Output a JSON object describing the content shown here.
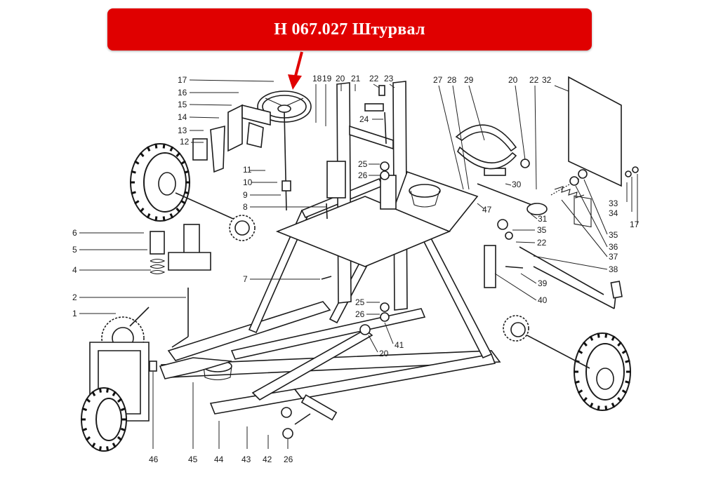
{
  "banner": {
    "title": "Н 067.027 Штурвал",
    "background": "#e00000",
    "text_color": "#ffffff"
  },
  "arrow": {
    "color": "#e00000"
  },
  "callouts": [
    {
      "id": "c17a",
      "label": "17"
    },
    {
      "id": "c16",
      "label": "16"
    },
    {
      "id": "c15",
      "label": "15"
    },
    {
      "id": "c14",
      "label": "14"
    },
    {
      "id": "c13",
      "label": "13"
    },
    {
      "id": "c12",
      "label": "12"
    },
    {
      "id": "c11",
      "label": "11"
    },
    {
      "id": "c10",
      "label": "10"
    },
    {
      "id": "c9",
      "label": "9"
    },
    {
      "id": "c8",
      "label": "8"
    },
    {
      "id": "c6",
      "label": "6"
    },
    {
      "id": "c5",
      "label": "5"
    },
    {
      "id": "c4",
      "label": "4"
    },
    {
      "id": "c7",
      "label": "7"
    },
    {
      "id": "c2",
      "label": "2"
    },
    {
      "id": "c1",
      "label": "1"
    },
    {
      "id": "c18",
      "label": "18"
    },
    {
      "id": "c19",
      "label": "19"
    },
    {
      "id": "c20a",
      "label": "20"
    },
    {
      "id": "c21",
      "label": "21"
    },
    {
      "id": "c22a",
      "label": "22"
    },
    {
      "id": "c23",
      "label": "23"
    },
    {
      "id": "c24",
      "label": "24"
    },
    {
      "id": "c25a",
      "label": "25"
    },
    {
      "id": "c26a",
      "label": "26"
    },
    {
      "id": "c27",
      "label": "27"
    },
    {
      "id": "c28",
      "label": "28"
    },
    {
      "id": "c29",
      "label": "29"
    },
    {
      "id": "c20b",
      "label": "20"
    },
    {
      "id": "c22b",
      "label": "22"
    },
    {
      "id": "c32",
      "label": "32"
    },
    {
      "id": "c30",
      "label": "30"
    },
    {
      "id": "c47",
      "label": "47"
    },
    {
      "id": "c31",
      "label": "31"
    },
    {
      "id": "c35a",
      "label": "35"
    },
    {
      "id": "c22c",
      "label": "22"
    },
    {
      "id": "c33",
      "label": "33"
    },
    {
      "id": "c34",
      "label": "34"
    },
    {
      "id": "c17b",
      "label": "17"
    },
    {
      "id": "c35b",
      "label": "35"
    },
    {
      "id": "c36",
      "label": "36"
    },
    {
      "id": "c37",
      "label": "37"
    },
    {
      "id": "c38",
      "label": "38"
    },
    {
      "id": "c39",
      "label": "39"
    },
    {
      "id": "c40",
      "label": "40"
    },
    {
      "id": "c25b",
      "label": "25"
    },
    {
      "id": "c26b",
      "label": "26"
    },
    {
      "id": "c41",
      "label": "41"
    },
    {
      "id": "c20c",
      "label": "20"
    },
    {
      "id": "c46",
      "label": "46"
    },
    {
      "id": "c45",
      "label": "45"
    },
    {
      "id": "c44",
      "label": "44"
    },
    {
      "id": "c43",
      "label": "43"
    },
    {
      "id": "c42",
      "label": "42"
    },
    {
      "id": "c26c",
      "label": "26"
    }
  ]
}
